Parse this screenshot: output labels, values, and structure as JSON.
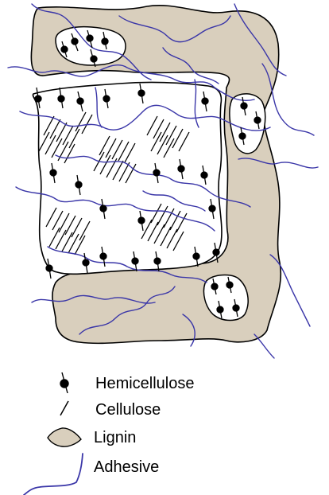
{
  "colors": {
    "lignin_fill": "#d9cfbd",
    "outline": "#000000",
    "adhesive": "#3a36a8",
    "hemicellulose": "#000000",
    "cellulose": "#000000",
    "background": "#ffffff"
  },
  "legend": {
    "hemicellulose_label": "Hemicellulose",
    "cellulose_label": "Cellulose",
    "lignin_label": "Lignin",
    "adhesive_label": "Adhesive"
  }
}
